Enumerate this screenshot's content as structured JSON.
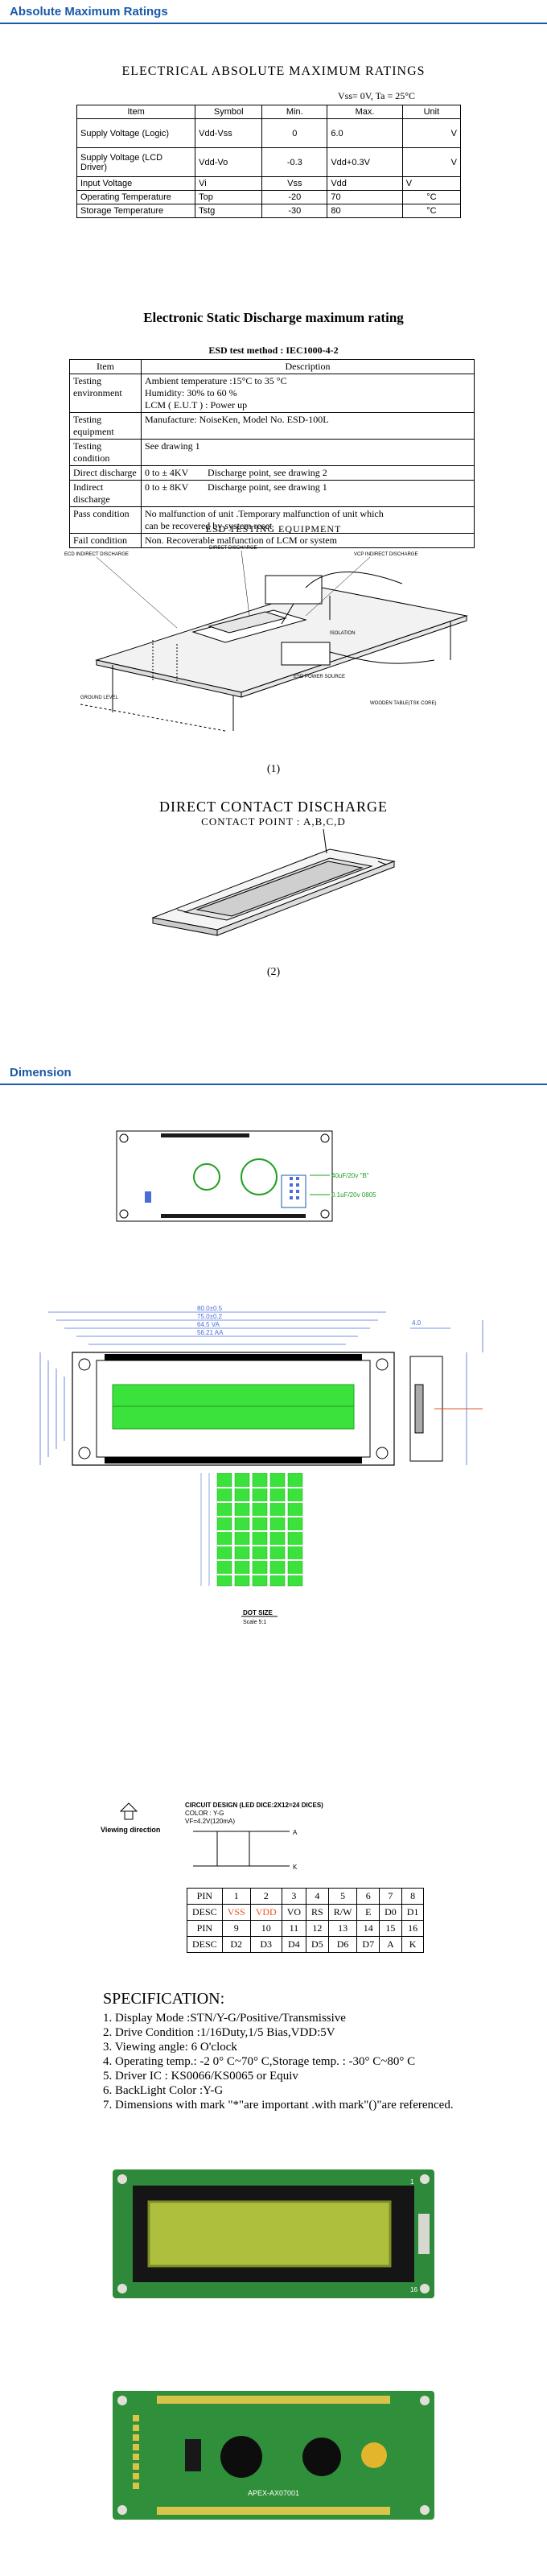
{
  "section1": {
    "title": "Absolute Maximum Ratings"
  },
  "amr": {
    "title": "ELECTRICAL ABSOLUTE MAXIMUM RATINGS",
    "condition": "Vss= 0V,   Ta = 25°C",
    "headers": [
      "Item",
      "Symbol",
      "Min.",
      "Max.",
      "Unit"
    ],
    "rows": [
      [
        "Supply Voltage (Logic)",
        "Vdd-Vss",
        "0",
        "6.0",
        "V"
      ],
      [
        "Supply Voltage (LCD Driver)",
        "Vdd-Vo",
        "-0.3",
        "Vdd+0.3V",
        "V"
      ],
      [
        "Input Voltage",
        "Vi",
        "Vss",
        "Vdd",
        "V"
      ],
      [
        "Operating Temperature",
        "Top",
        "-20",
        "70",
        "°C"
      ],
      [
        "Storage Temperature",
        "Tstg",
        "-30",
        "80",
        "°C"
      ]
    ]
  },
  "esd": {
    "title": "Electronic Static Discharge maximum rating",
    "method": "ESD test method : IEC1000-4-2",
    "headers": [
      "Item",
      "Description"
    ],
    "rows": [
      {
        "item": "Testing environment",
        "desc": [
          "Ambient temperature :15°C to 35 °C",
          "Humidity: 30% to 60 %",
          "LCM ( E.U.T ) : Power up"
        ]
      },
      {
        "item": "Testing equipment",
        "desc": [
          "Manufacture: NoiseKen, Model No. ESD-100L"
        ]
      },
      {
        "item": "Testing condition",
        "desc": [
          "See drawing 1"
        ]
      },
      {
        "item": "Direct discharge",
        "desc": [
          "0 to ± 4KV        Discharge point, see drawing 2"
        ]
      },
      {
        "item": "Indirect discharge",
        "desc": [
          "0 to ± 8KV        Discharge point, see drawing 1"
        ]
      },
      {
        "item": "Pass condition",
        "desc": [
          "No malfunction of unit .Temporary malfunction of unit which",
          "can be recovered by system reset"
        ]
      },
      {
        "item": "Fail condition",
        "desc": [
          "Non. Recoverable malfunction of LCM or system"
        ]
      }
    ]
  },
  "drawing1": {
    "title": "ESD TESTING EQUIPMENT",
    "labels": [
      "ECD INDIRECT DISCHARGE",
      "DIRECT DISCHARGE",
      "VCP INDIRECT DISCHARGE",
      "ESD POWER SOURCE",
      "ISOLATION",
      "WOODEN TABLE(TSK CORE)",
      "GROUND LEVEL"
    ],
    "caption": "(1)"
  },
  "drawing2": {
    "title": "DIRECT CONTACT DISCHARGE",
    "subtitle": "CONTACT POINT : A,B,C,D",
    "caption": "(2)"
  },
  "section2": {
    "title": "Dimension"
  },
  "dimension": {
    "pcb_labels": [
      "40uF/20v \"B\"",
      "0.1uF/20v 0805"
    ],
    "dot_size": "DOT SIZE",
    "scale": "Scale 5:1",
    "viewing": "Viewing direction",
    "circuit_title": "CIRCUIT DESIGN (LED DICE:2X12=24 DICES)",
    "color": "COLOR : Y-G",
    "vf": "VF=4.2V(120mA)"
  },
  "pins": {
    "row1_label": "PIN",
    "row1": [
      "1",
      "2",
      "3",
      "4",
      "5",
      "6",
      "7",
      "8"
    ],
    "row2_label": "DESC",
    "row2": [
      "VSS",
      "VDD",
      "VO",
      "RS",
      "R/W",
      "E",
      "D0",
      "D1"
    ],
    "row3_label": "PIN",
    "row3": [
      "9",
      "10",
      "11",
      "12",
      "13",
      "14",
      "15",
      "16"
    ],
    "row4_label": "DESC",
    "row4": [
      "D2",
      "D3",
      "D4",
      "D5",
      "D6",
      "D7",
      "A",
      "K"
    ]
  },
  "spec": {
    "title": "SPECIFICATION:",
    "items": [
      "1. Display Mode :STN/Y-G/Positive/Transmissive",
      "2. Drive Condition :1/16Duty,1/5 Bias,VDD:5V",
      "3. Viewing angle: 6 O'clock",
      "4. Operating temp.: -2 0° C~70° C,Storage temp. : -30° C~80° C",
      "5. Driver IC : KS0066/KS0065 or Equiv",
      "6. BackLight Color :Y-G",
      "7. Dimensions with mark \"*\"are important .with mark\"()\"are referenced."
    ]
  },
  "photos": {
    "front_pins": [
      "1",
      "16"
    ],
    "back_board": "APEX-AX07001"
  }
}
